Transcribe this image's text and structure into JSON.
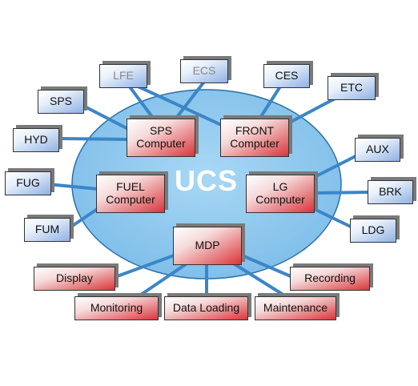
{
  "center_label": "UCS",
  "computers": {
    "sps": "SPS\nComputer",
    "front": "FRONT\nComputer",
    "fuel": "FUEL\nComputer",
    "lg": "LG\nComputer",
    "mdp": "MDP"
  },
  "subsystems": {
    "lfe": "LFE",
    "ecs": "ECS",
    "ces": "CES",
    "etc": "ETC",
    "sps": "SPS",
    "hyd": "HYD",
    "aux": "AUX",
    "brk": "BRK",
    "fug": "FUG",
    "fum": "FUM",
    "ldg": "LDG"
  },
  "mdp_functions": {
    "display": "Display",
    "recording": "Recording",
    "monitoring": "Monitoring",
    "data_loading": "Data Loading",
    "maintenance": "Maintenance"
  },
  "colors": {
    "ellipse_fill": "#8ec8ee",
    "ellipse_stroke": "#2a6fa8",
    "connector": "#3a86c8",
    "computer_accent": "#d9363b",
    "subsystem_accent": "#8fb1e3"
  }
}
